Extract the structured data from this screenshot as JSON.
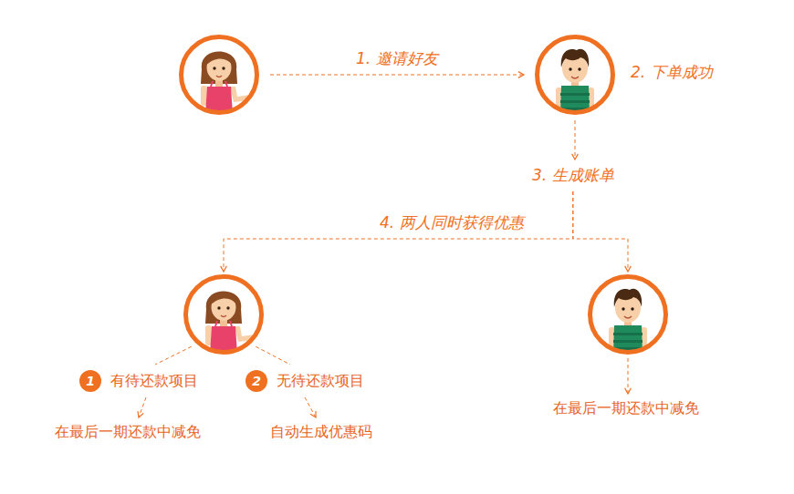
{
  "diagram": {
    "nodes": [
      {
        "text": []
      },
      {
        "text": [
          "2. 下单成功"
        ]
      },
      {
        "text": [
          "3. 生成账单"
        ]
      },
      {
        "text": []
      },
      {
        "text": []
      },
      {
        "text": [
          "1",
          "有待还款项目"
        ]
      },
      {
        "text": [
          "2",
          "无待还款项目"
        ]
      },
      {
        "text": [
          "在最后一期还款中减免"
        ]
      },
      {
        "text": [
          "自动生成优惠码"
        ]
      },
      {
        "text": [
          "在最后一期还款中减免"
        ]
      }
    ],
    "edges": [
      {
        "from": 0,
        "to": 1,
        "arrow": "to",
        "label": "1. 邀请好友"
      },
      {
        "from": 1,
        "to": 2,
        "arrow": "to"
      },
      {
        "from": 2,
        "to": 3,
        "arrow": "to",
        "label": "4. 两人同时获得优惠"
      },
      {
        "from": 2,
        "to": 4,
        "arrow": "to"
      },
      {
        "from": 3,
        "to": 5,
        "arrow": "none"
      },
      {
        "from": 3,
        "to": 6,
        "arrow": "none"
      },
      {
        "from": 5,
        "to": 7,
        "arrow": "to"
      },
      {
        "from": 6,
        "to": 8,
        "arrow": "to"
      },
      {
        "from": 4,
        "to": 9,
        "arrow": "to"
      }
    ]
  }
}
